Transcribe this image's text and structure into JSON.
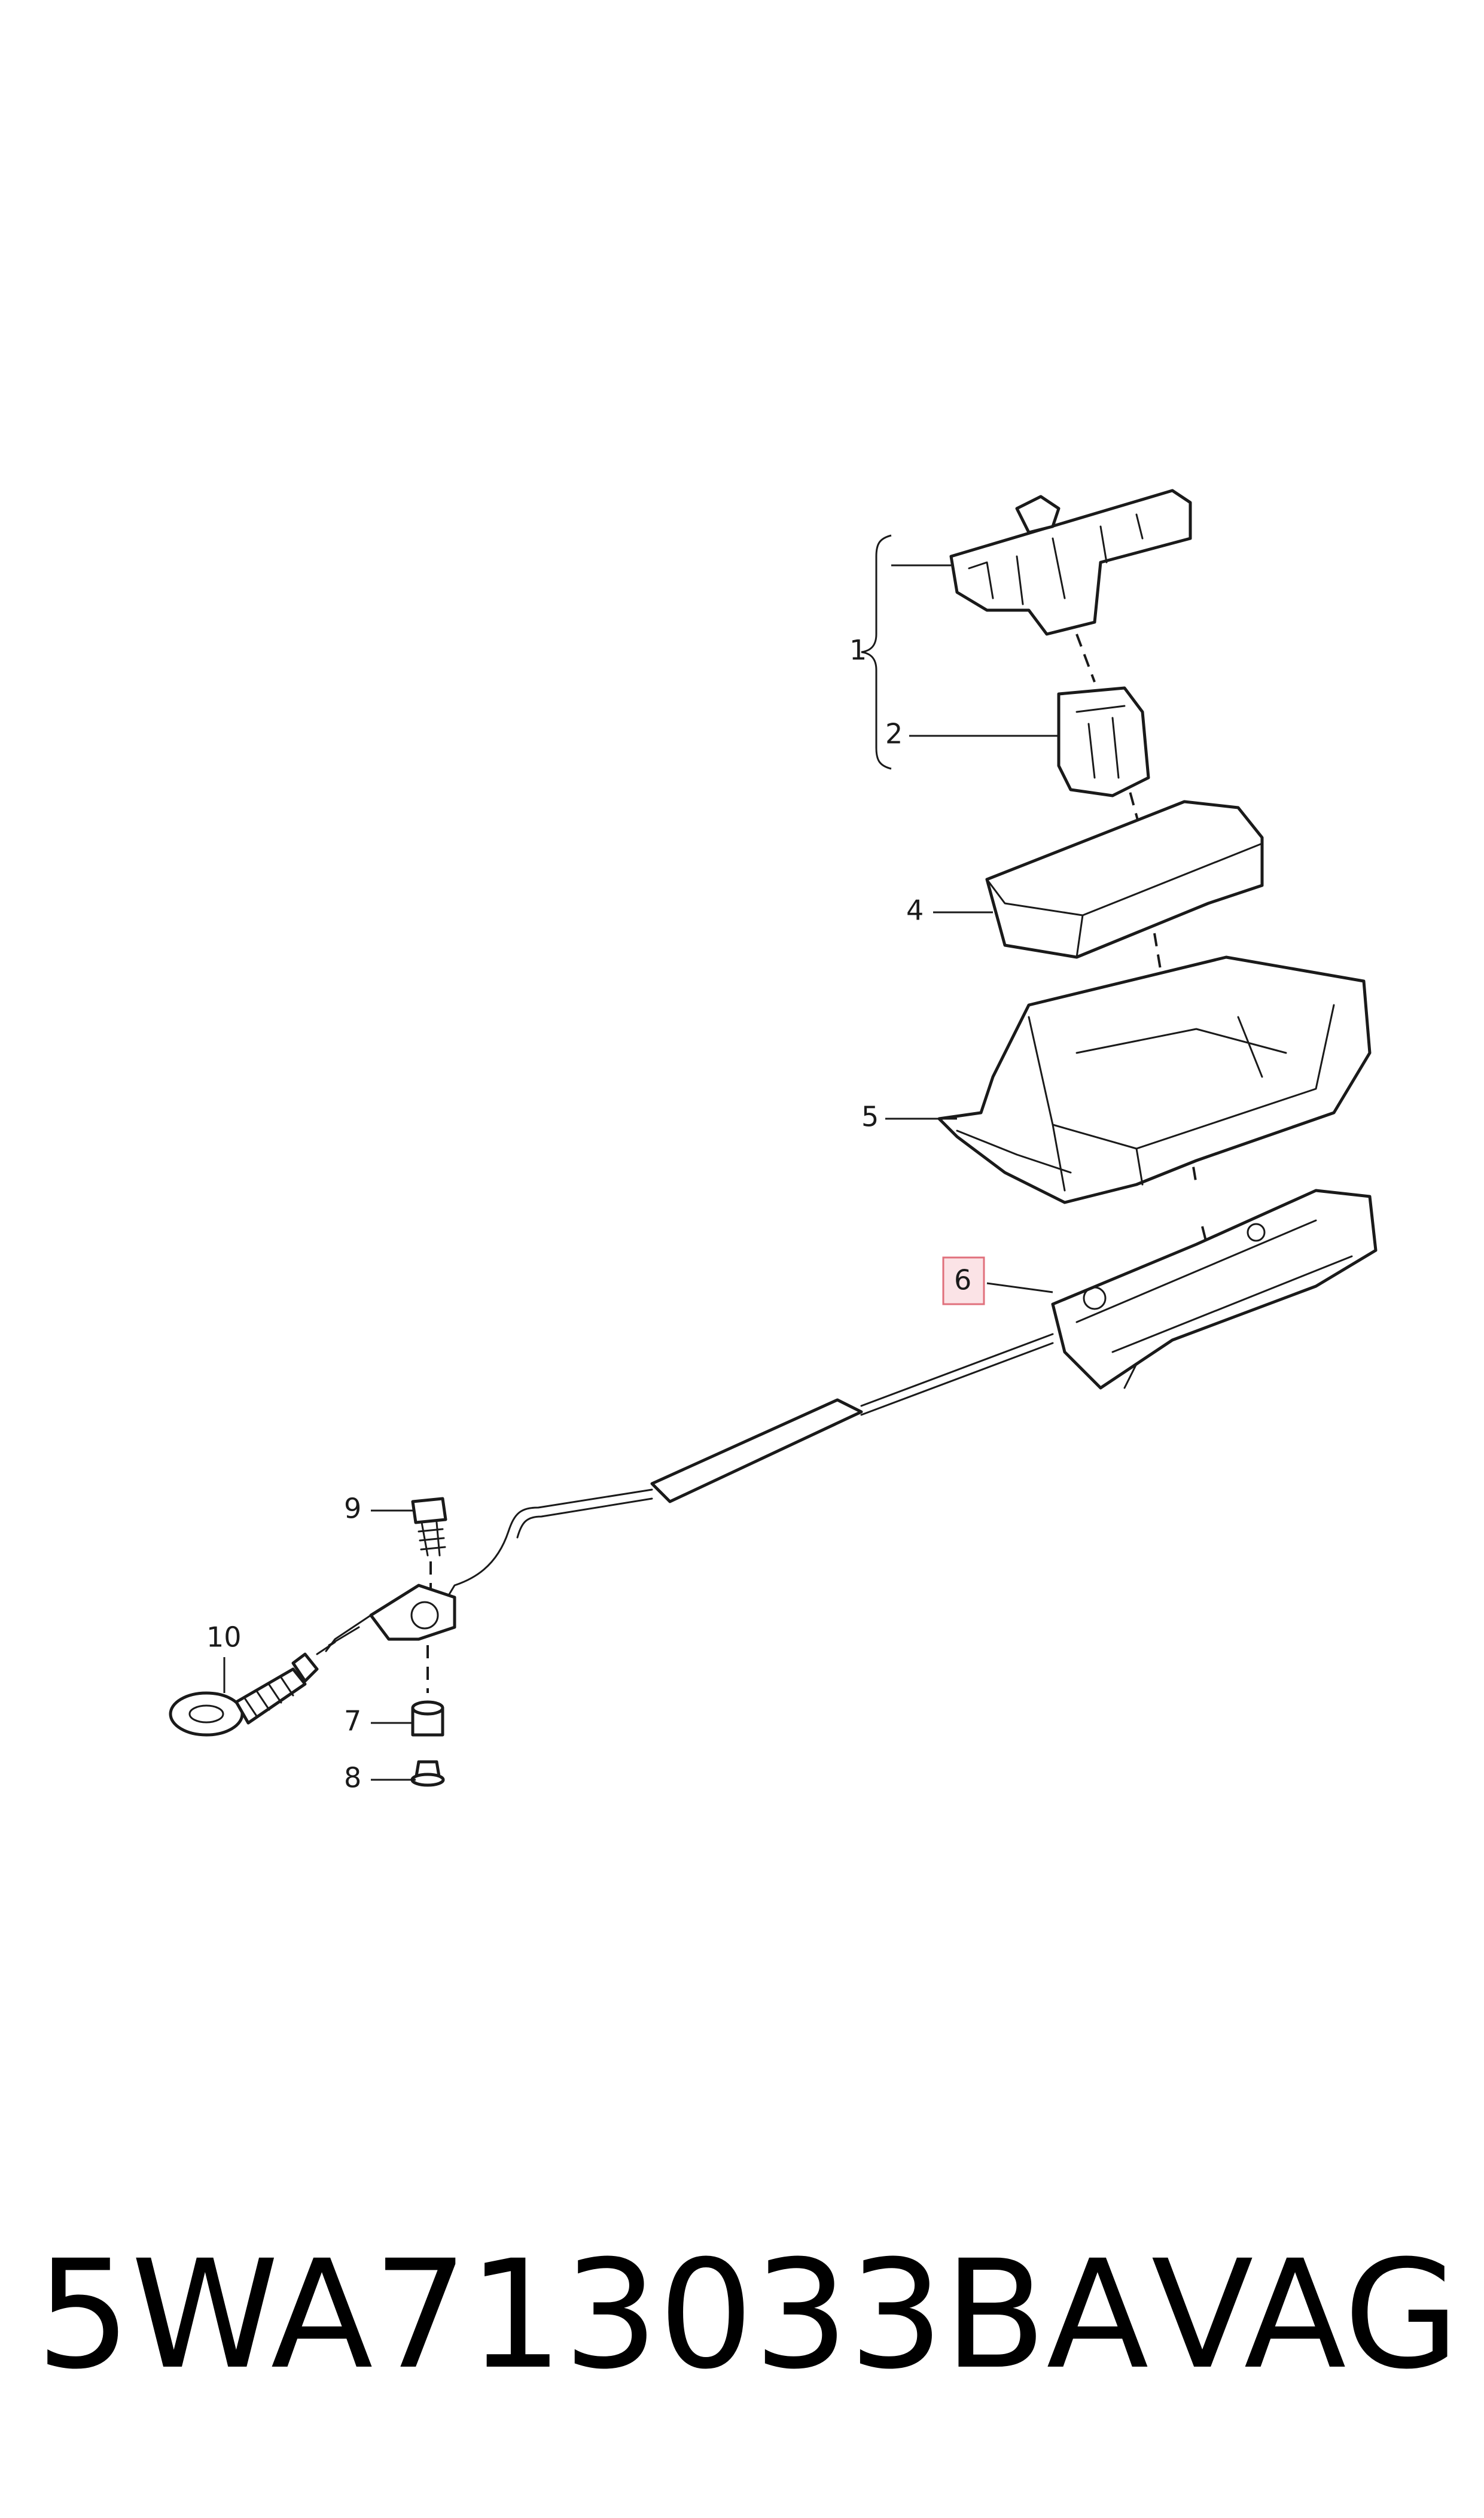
{
  "callouts": [
    {
      "id": "1",
      "label": "1"
    },
    {
      "id": "2",
      "label": "2"
    },
    {
      "id": "4",
      "label": "4"
    },
    {
      "id": "5",
      "label": "5"
    },
    {
      "id": "6",
      "label": "6",
      "highlighted": true
    },
    {
      "id": "7",
      "label": "7"
    },
    {
      "id": "8",
      "label": "8"
    },
    {
      "id": "9",
      "label": "9"
    },
    {
      "id": "10",
      "label": "10"
    }
  ],
  "footer": {
    "part_number": "5WA713033BA",
    "brand": "VAG"
  },
  "colors": {
    "line": "#1a1a1a",
    "highlight_fill": "#fbe3e6",
    "highlight_border": "#e0707c"
  }
}
